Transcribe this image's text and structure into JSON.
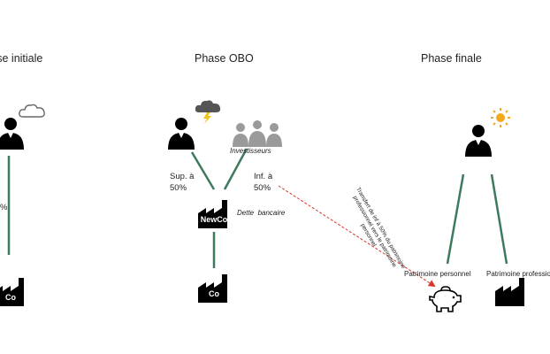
{
  "phases": {
    "initial": "Phase initiale",
    "obo": "Phase OBO",
    "final": "Phase finale"
  },
  "initial": {
    "percent": "%",
    "company": "Co"
  },
  "obo": {
    "investors": "Investisseurs",
    "sup_line1": "Sup. à",
    "sup_line2": "50%",
    "inf_line1": "Inf. à",
    "inf_line2": "50%",
    "newco": "NewCo",
    "debt": "Dette  bancaire",
    "company": "Co",
    "transfer_note": "Transfert de inf à 50% du patrimoine professionnel vers le patrimoine personnel"
  },
  "final": {
    "personal_assets": "Patrimoine personnel",
    "professional_assets": "Patrimoine professionnel"
  },
  "colors": {
    "connector": "#3e7a5e",
    "transfer_arrow": "#d9342b",
    "sun": "#f2a91e",
    "icon": "#000000",
    "investors": "#9a9a9a"
  },
  "icons": {
    "person": "person-icon",
    "cloud": "cloud-icon",
    "storm_cloud": "storm-cloud-icon",
    "sun": "sun-icon",
    "factory": "factory-icon",
    "piggy_bank": "piggy-bank-icon",
    "investors": "investors-icon"
  }
}
